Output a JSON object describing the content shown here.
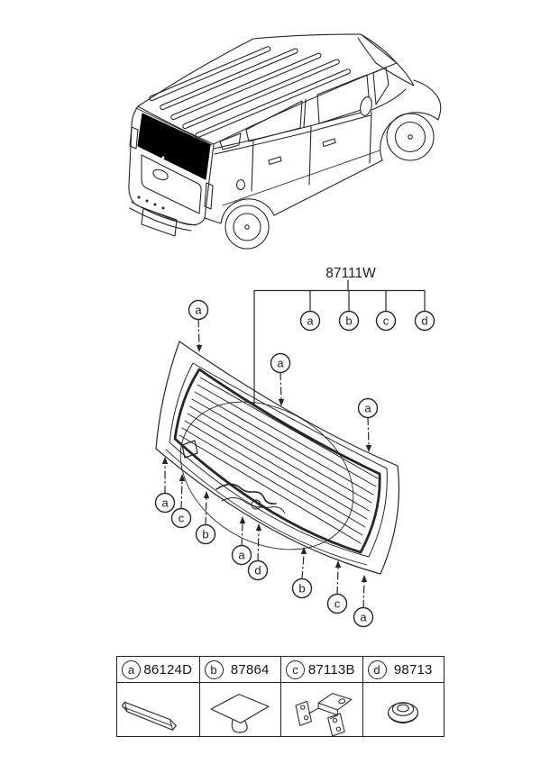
{
  "page": {
    "background_color": "#ffffff",
    "ink_color": "#262626",
    "rear_glass_highlight_color": "#000000"
  },
  "part_callout_group": {
    "part_number": "87111W",
    "letters": [
      "a",
      "b",
      "c",
      "d"
    ]
  },
  "glass_diagram": {
    "callouts": [
      {
        "id": "a-top-left",
        "letter": "a"
      },
      {
        "id": "a-top-mid",
        "letter": "a"
      },
      {
        "id": "a-right",
        "letter": "a"
      },
      {
        "id": "a-bottom-left",
        "letter": "a"
      },
      {
        "id": "c-bottom-left",
        "letter": "c"
      },
      {
        "id": "b-bottom-left",
        "letter": "b"
      },
      {
        "id": "a-bottom-mid",
        "letter": "a"
      },
      {
        "id": "d-bottom-mid",
        "letter": "d"
      },
      {
        "id": "b-bottom-right",
        "letter": "b"
      },
      {
        "id": "c-bottom-right",
        "letter": "c"
      },
      {
        "id": "a-bottom-far-right",
        "letter": "a"
      }
    ]
  },
  "legend_table": {
    "items": [
      {
        "letter": "a",
        "part_number": "86124D",
        "icon": "moulding-strip-icon"
      },
      {
        "letter": "b",
        "part_number": "87864",
        "icon": "glass-pad-icon"
      },
      {
        "letter": "c",
        "part_number": "87113B",
        "icon": "mounting-bracket-icon"
      },
      {
        "letter": "d",
        "part_number": "98713",
        "icon": "grommet-icon"
      }
    ]
  }
}
